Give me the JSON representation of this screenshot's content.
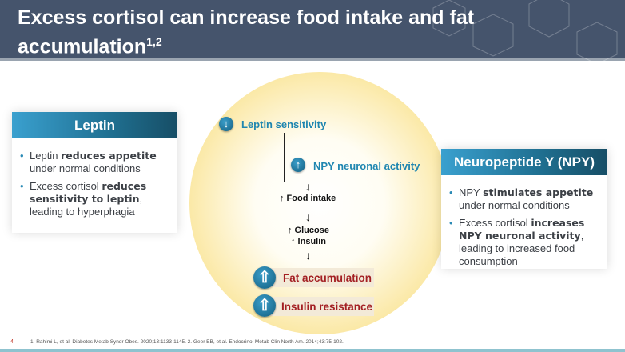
{
  "title": "Excess cortisol can increase food intake and fat accumulation",
  "title_refs": "1,2",
  "leptin_box": {
    "heading": "Leptin",
    "b1": [
      "Leptin ",
      "reduces appetite",
      " under normal conditions"
    ],
    "b2": [
      "Excess cortisol ",
      "reduces sensitivity to leptin",
      ", leading to hyperphagia"
    ]
  },
  "npy_box": {
    "heading": "Neuropeptide Y (NPY)",
    "b1": [
      "NPY ",
      "stimulates appetite",
      " under normal conditions"
    ],
    "b2": [
      "Excess cortisol ",
      "increases NPY neuronal activity",
      ", leading to increased food consumption"
    ]
  },
  "diagram": {
    "leptin_sensitivity": "Leptin sensitivity",
    "npy_activity": "NPY neuronal activity",
    "food_intake": "↑ Food intake",
    "glucose": "↑ Glucose",
    "insulin": "↑ Insulin",
    "fat": "Fat accumulation",
    "insulin_resistance": "Insulin resistance"
  },
  "footer": {
    "page": "4",
    "refs": "1. Rahimi L, et al. Diabetes Metab Syndr Obes. 2020;13:1133-1145. 2. Geer EB, et al. Endocrinol Metab Clin North Am. 2014;43:75-102."
  }
}
